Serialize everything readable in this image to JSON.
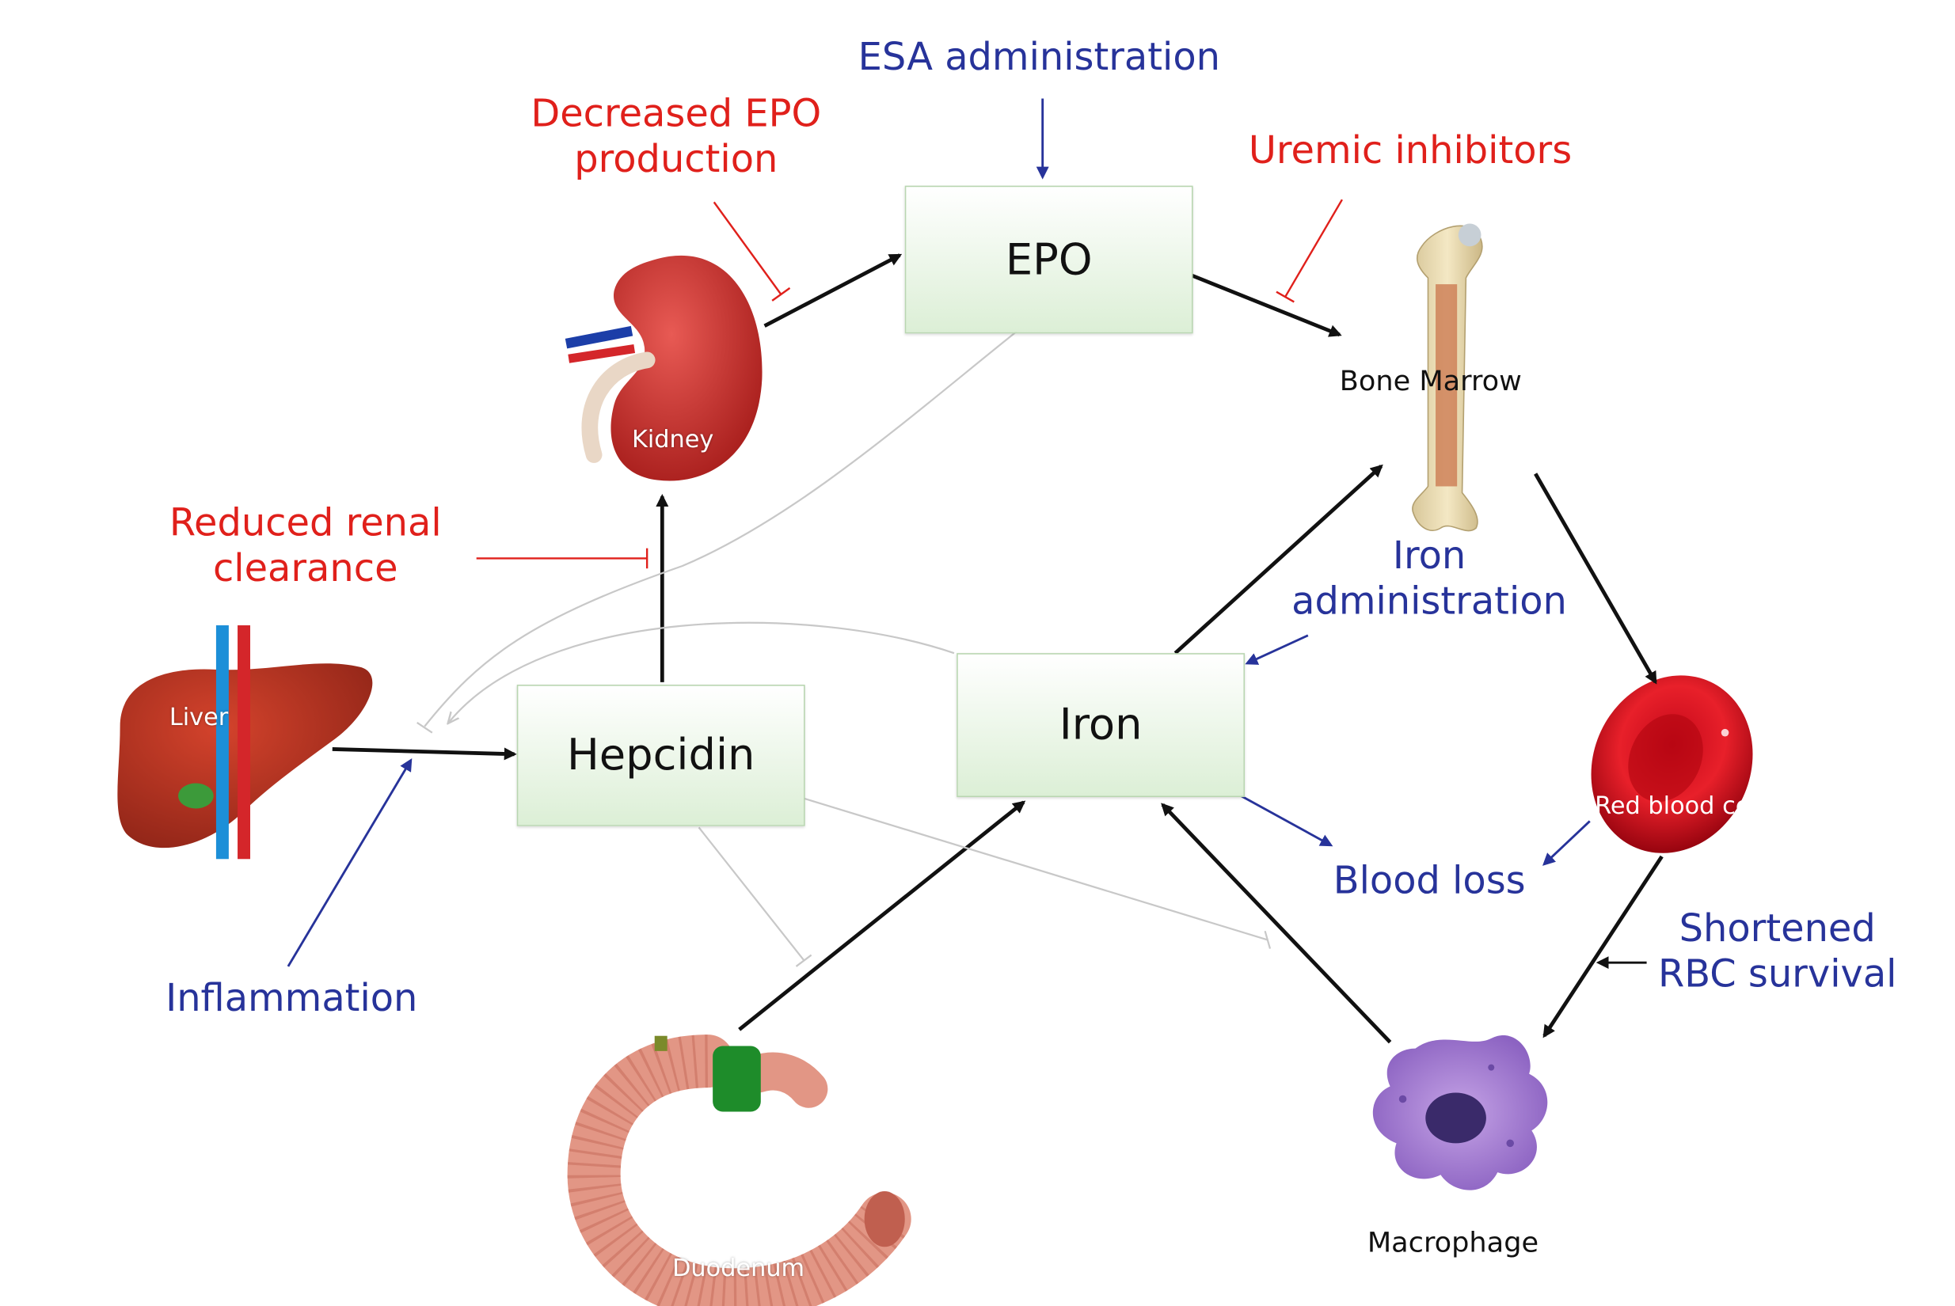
{
  "boxes": {
    "epo": "EPO",
    "hepcidin": "Hepcidin",
    "iron": "Iron"
  },
  "organs": {
    "kidney": "Kidney",
    "liver": "Liver",
    "bone_marrow": "Bone Marrow",
    "red_blood_cell": "Red blood cell",
    "macrophage": "Macrophage",
    "duodenum": "Duodenum"
  },
  "factors": {
    "esa_administration": "ESA administration",
    "decreased_epo_line1": "Decreased EPO",
    "decreased_epo_line2": "production",
    "uremic_inhibitors": "Uremic inhibitors",
    "reduced_renal_line1": "Reduced renal",
    "reduced_renal_line2": "clearance",
    "iron_admin_line1": "Iron",
    "iron_admin_line2": "administration",
    "blood_loss": "Blood loss",
    "shortened_line1": "Shortened",
    "shortened_line2": "RBC survival",
    "inflammation": "Inflammation"
  },
  "colors": {
    "inhibitor_red": "#e0201b",
    "intervention_blue": "#27339a",
    "flow_black": "#111111",
    "feedback_gray": "#c8c8c8",
    "box_green": "#dcefd6"
  }
}
